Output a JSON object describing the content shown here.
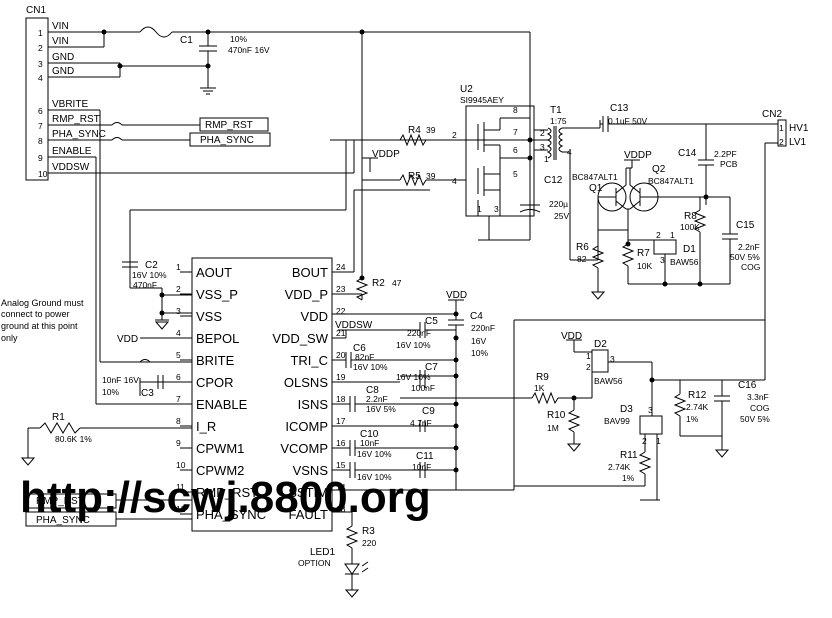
{
  "cn1": {
    "ref": "CN1",
    "pins": [
      {
        "num": "1",
        "net": "VIN"
      },
      {
        "num": "2",
        "net": "VIN"
      },
      {
        "num": "3",
        "net": "GND"
      },
      {
        "num": "4",
        "net": "GND"
      },
      {
        "num": "6",
        "net": "VBRITE"
      },
      {
        "num": "7",
        "net": "RMP_RST"
      },
      {
        "num": "8",
        "net": "PHA_SYNC"
      },
      {
        "num": "9",
        "net": "ENABLE"
      },
      {
        "num": "10",
        "net": "VDDSW"
      }
    ]
  },
  "cn2": {
    "ref": "CN2",
    "pins": [
      {
        "num": "1",
        "net": "HV1"
      },
      {
        "num": "2",
        "net": "LV1"
      }
    ]
  },
  "ic": {
    "left_pins": [
      {
        "num": "1",
        "name": "AOUT"
      },
      {
        "num": "2",
        "name": "VSS_P"
      },
      {
        "num": "3",
        "name": "VSS"
      },
      {
        "num": "4",
        "name": "BEPOL"
      },
      {
        "num": "5",
        "name": "BRITE"
      },
      {
        "num": "6",
        "name": "CPOR"
      },
      {
        "num": "7",
        "name": "ENABLE"
      },
      {
        "num": "8",
        "name": "I_R"
      },
      {
        "num": "9",
        "name": "CPWM1"
      },
      {
        "num": "10",
        "name": "CPWM2"
      },
      {
        "num": "11",
        "name": "RMP_RST"
      },
      {
        "num": "12",
        "name": "PHA_SYNC"
      }
    ],
    "right_pins": [
      {
        "num": "24",
        "name": "BOUT"
      },
      {
        "num": "23",
        "name": "VDD_P"
      },
      {
        "num": "22",
        "name": "VDD"
      },
      {
        "num": "21",
        "name": "VDD_SW"
      },
      {
        "num": "20",
        "name": "TRI_C"
      },
      {
        "num": "19",
        "name": "OLSNS"
      },
      {
        "num": "18",
        "name": "ISNS"
      },
      {
        "num": "17",
        "name": "ICOMP"
      },
      {
        "num": "16",
        "name": "VCOMP"
      },
      {
        "num": "15",
        "name": "VSNS"
      },
      {
        "num": "14",
        "name": "SSTIM"
      },
      {
        "num": "13",
        "name": "FAULT"
      }
    ]
  },
  "components": {
    "c1": {
      "ref": "C1",
      "v1": "10%",
      "v2": "470nF 16V"
    },
    "u2": {
      "ref": "U2",
      "part": "SI9945AEY",
      "p1": "1",
      "p2": "2",
      "p3": "3",
      "p4": "4",
      "p5": "5",
      "p6": "6",
      "p7": "7",
      "p8": "8"
    },
    "r4": {
      "ref": "R4",
      "val": "39"
    },
    "r5": {
      "ref": "R5",
      "val": "39"
    },
    "t1": {
      "ref": "T1",
      "ratio": "1:75",
      "p2": "2",
      "p3": "3",
      "p4": "4",
      "p1": "1"
    },
    "c13": {
      "ref": "C13",
      "val": "0.1uF 50V"
    },
    "c12": {
      "ref": "C12",
      "v1": "220µ",
      "v2": "25V"
    },
    "c14": {
      "ref": "C14",
      "v1": "2.2PF",
      "v2": "PCB"
    },
    "q1": {
      "ref": "Q1",
      "part": "BC847ALT1"
    },
    "q2": {
      "ref": "Q2",
      "part": "BC847ALT1"
    },
    "r8": {
      "ref": "R8",
      "val": "100K"
    },
    "c15": {
      "ref": "C15",
      "v1": "2.2nF",
      "v2": "50V 5%",
      "v3": "COG"
    },
    "r6": {
      "ref": "R6",
      "val": "82"
    },
    "r7": {
      "ref": "R7",
      "val": "10K"
    },
    "d1": {
      "ref": "D1",
      "part": "BAW56",
      "p1": "1",
      "p2": "2",
      "p3": "3"
    },
    "c2": {
      "ref": "C2",
      "v1": "16V 10%",
      "v2": "470nF"
    },
    "r2": {
      "ref": "R2",
      "val": "47"
    },
    "c4": {
      "ref": "C4",
      "v1": "220nF",
      "v2": "16V",
      "v3": "10%"
    },
    "c5": {
      "ref": "C5",
      "v1": "220nF",
      "v2": "16V 10%"
    },
    "c6": {
      "ref": "C6",
      "v1": "82nF",
      "v2": "16V 10%"
    },
    "c7": {
      "ref": "C7",
      "v1": "16V 10%",
      "v2": "100nF"
    },
    "c8": {
      "ref": "C8",
      "v1": "2.2nF",
      "v2": "16V 5%"
    },
    "c9": {
      "ref": "C9",
      "v1": "4.7nF"
    },
    "c10": {
      "ref": "C10",
      "v1": "10nF",
      "v2": "16V 10%"
    },
    "c11": {
      "ref": "C11",
      "v1": "10nF",
      "v2": "16V 10%"
    },
    "c3": {
      "ref": "C3",
      "v1": "10nF 16V",
      "v2": "10%"
    },
    "r1": {
      "ref": "R1",
      "val": "80.6K 1%"
    },
    "r3": {
      "ref": "R3",
      "val": "220"
    },
    "led1": {
      "ref": "LED1",
      "v1": "OPTION"
    },
    "r9": {
      "ref": "R9",
      "val": "1K"
    },
    "r10": {
      "ref": "R10",
      "val": "1M"
    },
    "d2": {
      "ref": "D2",
      "part": "BAW56",
      "p1": "1",
      "p2": "2",
      "p3": "3"
    },
    "d3": {
      "ref": "D3",
      "part": "BAV99",
      "p1": "1",
      "p2": "2",
      "p3": "3"
    },
    "r11": {
      "ref": "R11",
      "v1": "2.74K",
      "v2": "1%"
    },
    "r12": {
      "ref": "R12",
      "v1": "2.74K",
      "v2": "1%"
    },
    "c16": {
      "ref": "C16",
      "v1": "3.3nF",
      "v2": "COG",
      "v3": "50V 5%"
    }
  },
  "nets": {
    "vddp1": "VDDP",
    "vddp2": "VDDP",
    "vdd1": "VDD",
    "vdd2": "VDD",
    "vdd3": "VDD",
    "vddsw": "VDDSW",
    "rmp_rst_box": "RMP_RST",
    "pha_sync_box": "PHA_SYNC",
    "rmp_rst_box2": "RMP_RST",
    "pha_sync_box2": "PHA_SYNC"
  },
  "note": {
    "l1": "Analog Ground must",
    "l2": "connect to power",
    "l3": "ground at this point",
    "l4": "only"
  },
  "watermark": "http://scwj.8800.org"
}
